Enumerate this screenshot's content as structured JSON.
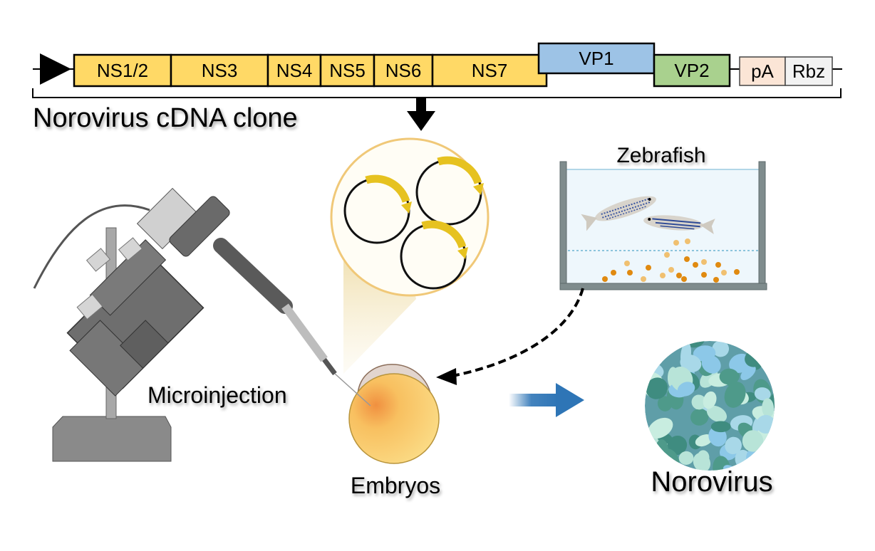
{
  "construct": {
    "title": "Norovirus cDNA clone",
    "promoter_icon": "promoter-arrow-icon",
    "segments": [
      {
        "label": "NS1/2",
        "color": "#FFD966"
      },
      {
        "label": "NS3",
        "color": "#FFD966"
      },
      {
        "label": "NS4",
        "color": "#FFD966"
      },
      {
        "label": "NS5",
        "color": "#FFD966"
      },
      {
        "label": "NS6",
        "color": "#FFD966"
      },
      {
        "label": "NS7",
        "color": "#FFD966"
      },
      {
        "label": "VP1",
        "color": "#9DC3E6"
      },
      {
        "label": "VP2",
        "color": "#A9D18E"
      },
      {
        "label": "pA",
        "color": "#FBE5D6"
      },
      {
        "label": "Rbz",
        "color": "#F2F2F2"
      }
    ]
  },
  "labels": {
    "zebrafish": "Zebrafish",
    "microinjection": "Microinjection",
    "embryos": "Embryos",
    "norovirus": "Norovirus"
  },
  "colors": {
    "plasmid_arrow": "#E6C220",
    "zoom_circle_border": "#F0C878",
    "zoom_circle_fill": "#FFFDF5",
    "tank_water": "#EEF7FC",
    "tank_wall": "#7F8C8D",
    "process_arrow": "#2E75B6",
    "embryo_yolk": "#FAD77A",
    "embryo_chorion": "#E2D5CE"
  }
}
